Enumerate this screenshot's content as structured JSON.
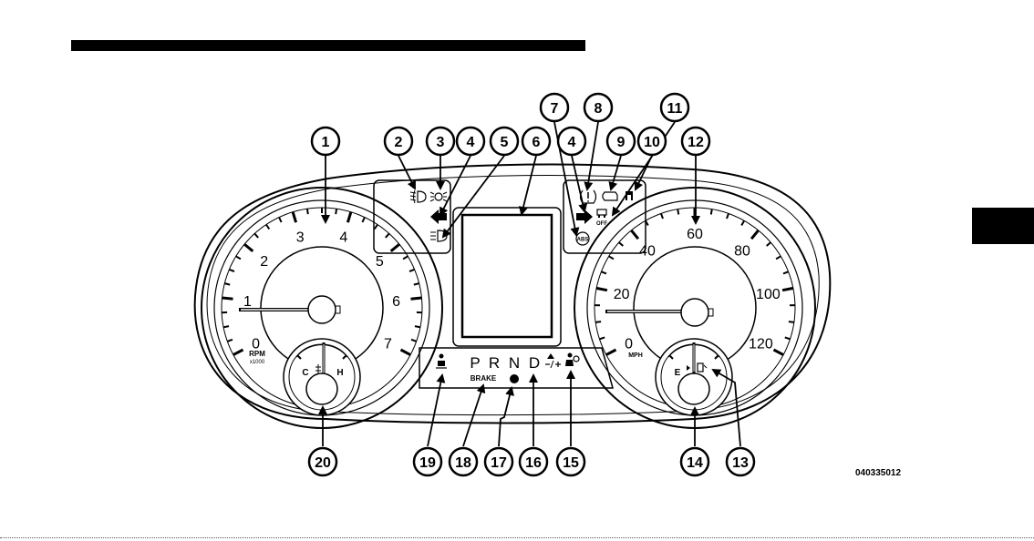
{
  "figure_code": "040335012",
  "tachometer": {
    "ticks": [
      "0",
      "1",
      "2",
      "3",
      "4",
      "5",
      "6",
      "7"
    ],
    "unit": "RPM",
    "multiplier": "x1000"
  },
  "temp_gauge": {
    "cold": "C",
    "hot": "H"
  },
  "speedometer": {
    "ticks": [
      "0",
      "20",
      "40",
      "60",
      "80",
      "100",
      "120"
    ],
    "unit": "MPH"
  },
  "fuel_gauge": {
    "empty": "E"
  },
  "gear_selector": {
    "gears": [
      "P",
      "R",
      "N",
      "D"
    ],
    "brake_label": "BRAKE"
  },
  "callouts": [
    "1",
    "2",
    "3",
    "4",
    "5",
    "6",
    "7",
    "4",
    "8",
    "9",
    "10",
    "11",
    "12",
    "20",
    "19",
    "18",
    "17",
    "16",
    "15",
    "14",
    "13"
  ],
  "abs_label": "ABS",
  "off_label": "OFF"
}
